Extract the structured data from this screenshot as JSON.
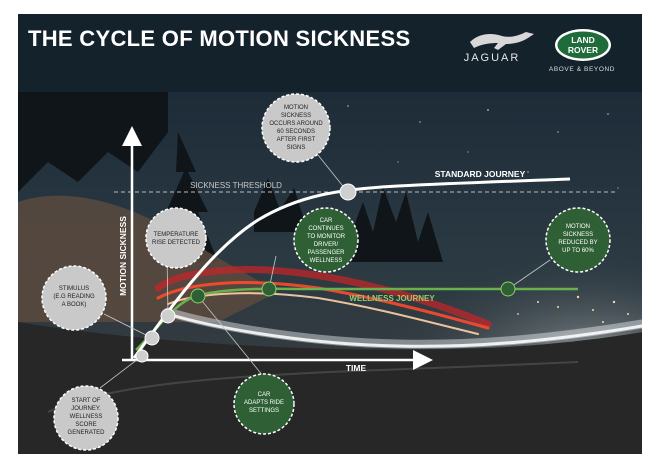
{
  "header": {
    "title": "THE CYCLE OF MOTION SICKNESS",
    "jaguar_wordmark": "JAGUAR",
    "land_rover_logo_text": [
      "LAND",
      "ROVER"
    ],
    "land_rover_tagline": "ABOVE & BEYOND"
  },
  "diagram": {
    "y_axis_label": "MOTION SICKNESS",
    "x_axis_label": "TIME",
    "threshold_label": "SICKNESS THRESHOLD",
    "standard_curve_label": "STANDARD JOURNEY",
    "wellness_curve_label": "WELLNESS JOURNEY",
    "callouts": [
      {
        "id": "start",
        "style": "grey",
        "lines": [
          "START OF",
          "JOURNEY.",
          "WELLNESS",
          "SCORE",
          "GENERATED"
        ]
      },
      {
        "id": "stimulus",
        "style": "grey",
        "lines": [
          "STIMULUS",
          "(E.G READING",
          "A BOOK)"
        ]
      },
      {
        "id": "temperature",
        "style": "grey",
        "lines": [
          "TEMPERATURE",
          "RISE DETECTED"
        ]
      },
      {
        "id": "motion-sickness",
        "style": "grey",
        "lines": [
          "MOTION",
          "SICKNESS",
          "OCCURS AROUND",
          "60 SECONDS",
          "AFTER FIRST",
          "SIGNS"
        ]
      },
      {
        "id": "monitor",
        "style": "green",
        "lines": [
          "CAR",
          "CONTINUES",
          "TO MONITOR",
          "DRIVER/",
          "PASSENGER",
          "WELLNESS"
        ]
      },
      {
        "id": "adapts",
        "style": "green",
        "lines": [
          "CAR",
          "ADAPTS RIDE",
          "SETTINGS"
        ]
      },
      {
        "id": "reduced",
        "style": "green",
        "lines": [
          "MOTION",
          "SICKNESS",
          "REDUCED BY",
          "UP TO 60%"
        ]
      }
    ]
  },
  "colors": {
    "header_bg": "#14222c",
    "wellness_green": "#2f5f34",
    "wellness_line": "#6ab04c",
    "callout_grey": "#c9c9c9",
    "curve_white": "#ffffff"
  }
}
